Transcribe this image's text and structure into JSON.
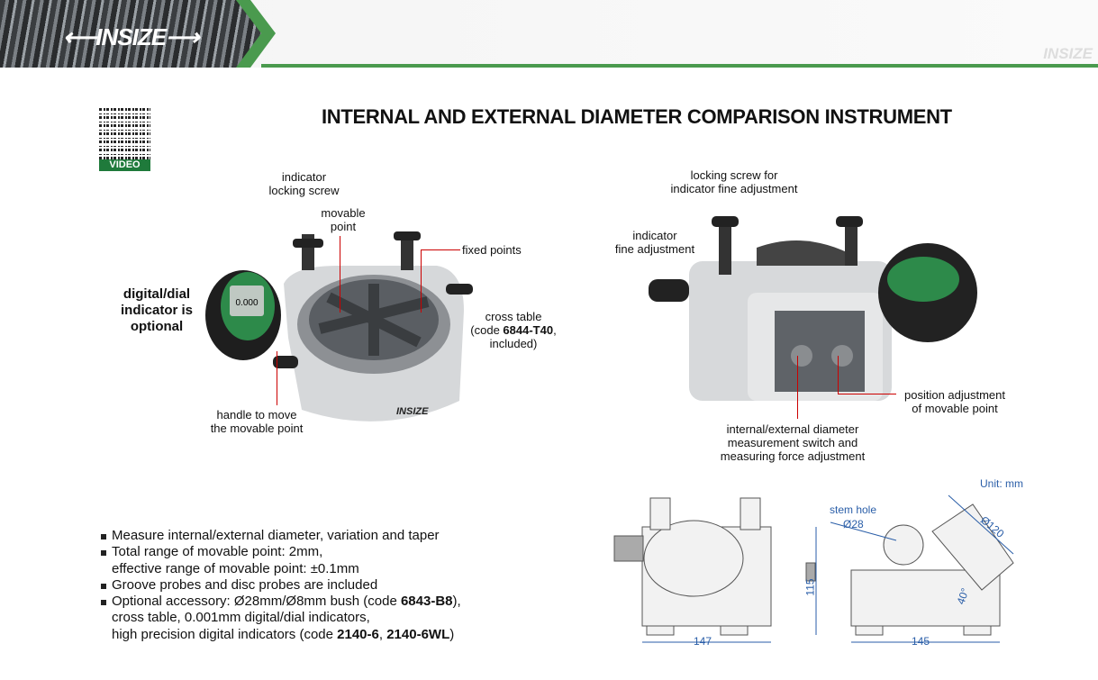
{
  "header": {
    "brand": "INSIZE",
    "watermark": "INSIZE"
  },
  "qr": {
    "label": "VIDEO"
  },
  "title": "INTERNAL AND EXTERNAL DIAMETER COMPARISON INSTRUMENT",
  "left_photo": {
    "labels": {
      "indicator_locking_screw": [
        "indicator",
        "locking screw"
      ],
      "movable_point": [
        "movable",
        "point"
      ],
      "fixed_points": "fixed points",
      "cross_table": [
        "cross table",
        "(code ",
        "6844-T40",
        ",",
        "included)"
      ],
      "optional": [
        "digital/dial",
        "indicator is",
        "optional"
      ],
      "handle": [
        "handle to move",
        "the movable point"
      ]
    },
    "device_brand": "INSIZE",
    "display": "0.000"
  },
  "right_photo": {
    "labels": {
      "locking_screw_fine": [
        "locking screw for",
        "indicator fine adjustment"
      ],
      "indicator_fine": [
        "indicator",
        "fine adjustment"
      ],
      "position_adjust": [
        "position adjustment",
        "of movable point"
      ],
      "switch": [
        "internal/external diameter",
        "measurement switch and",
        "measuring force adjustment"
      ]
    }
  },
  "drawing": {
    "unit": "Unit: mm",
    "width_front": "147",
    "height": "115",
    "stem_hole": "stem hole",
    "stem_dia": "Ø28",
    "dia": "Ø120",
    "angle": "40°",
    "width_side": "145"
  },
  "features": [
    {
      "text": "Measure internal/external diameter, variation and taper"
    },
    {
      "text": "Total range of movable point: 2mm,",
      "cont": "effective range of movable point: ±0.1mm"
    },
    {
      "text": "Groove probes and disc probes are included"
    },
    {
      "parts": [
        "Optional accessory: Ø28mm/Ø8mm bush (code ",
        "6843-B8",
        "),"
      ],
      "cont": "cross table, 0.001mm digital/dial indicators,",
      "cont2": [
        "high precision digital indicators (code ",
        "2140-6",
        ", ",
        "2140-6WL",
        ")"
      ]
    }
  ]
}
